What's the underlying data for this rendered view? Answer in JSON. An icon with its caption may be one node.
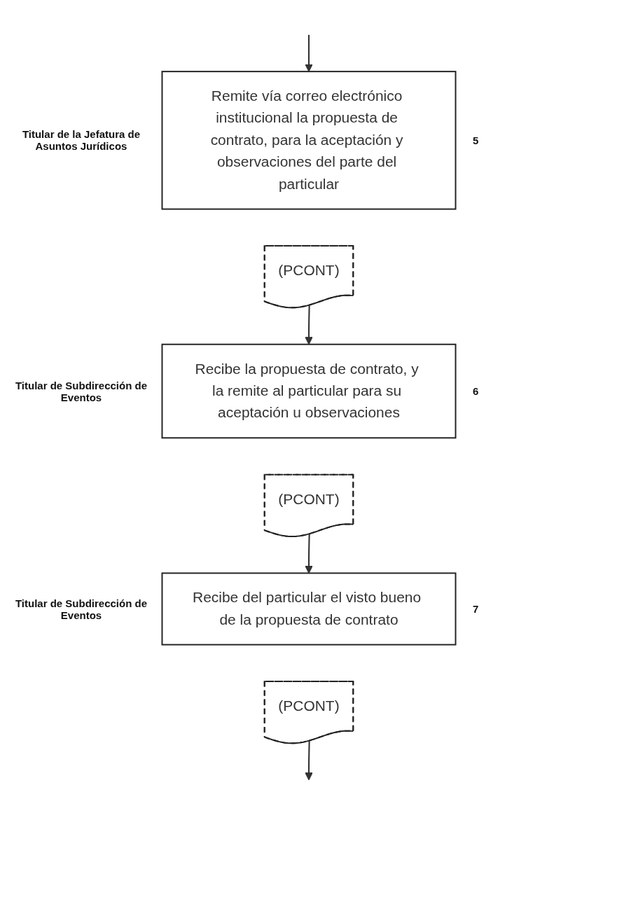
{
  "diagram": {
    "nodes": [
      {
        "text": [
          "Remite vía correo electrónico institucional la propuesta de contrato, para la aceptación y observaciones del parte del particular"
        ],
        "beside": [
          "Titular de la Jefatura de Asuntos Jurídicos",
          "5"
        ]
      },
      {
        "text": [
          "(PCONT)"
        ]
      },
      {
        "text": [
          "Recibe la propuesta de contrato, y la remite al particular para su aceptación u observaciones"
        ],
        "beside": [
          "Titular de Subdirección de Eventos",
          "6"
        ]
      },
      {
        "text": [
          "(PCONT)"
        ]
      },
      {
        "text": [
          "Recibe del particular el visto bueno de la propuesta de contrato"
        ],
        "beside": [
          "Titular de Subdirección de Eventos",
          "7"
        ]
      },
      {
        "text": [
          "(PCONT)"
        ]
      }
    ],
    "edges": [
      {
        "from": null,
        "to": 0,
        "arrow": "to"
      },
      {
        "from": 1,
        "to": 2,
        "arrow": "to"
      },
      {
        "from": 3,
        "to": 4,
        "arrow": "to"
      },
      {
        "from": 5,
        "to": null,
        "arrow": "to"
      }
    ]
  }
}
